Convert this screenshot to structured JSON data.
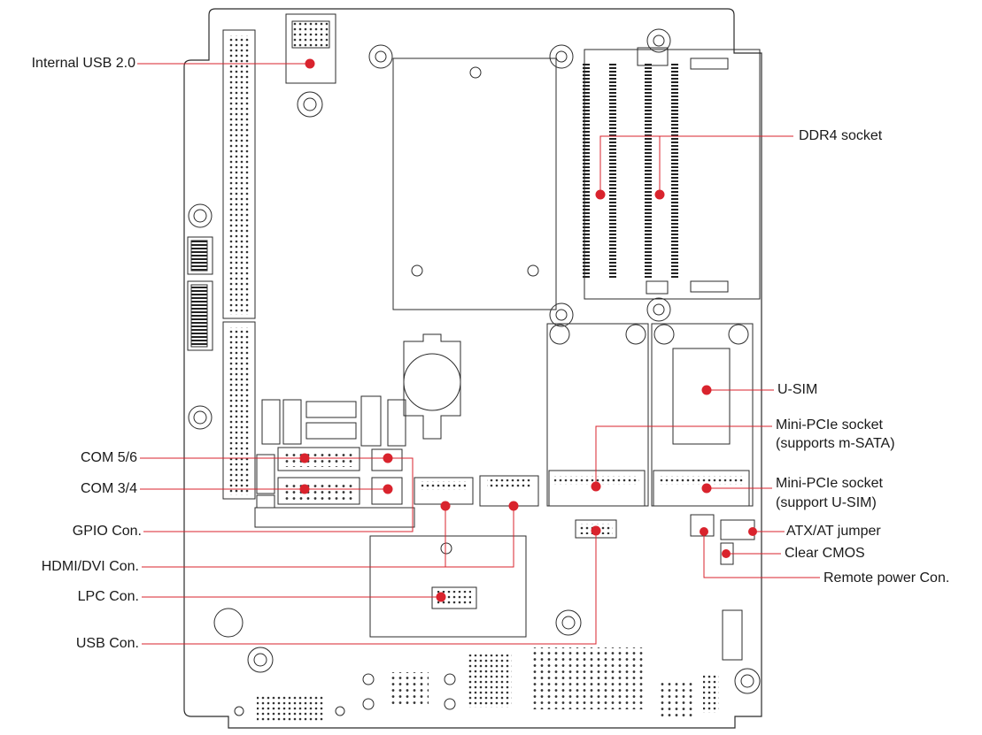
{
  "labels": {
    "internal_usb": "Internal USB 2.0",
    "ddr4_socket": "DDR4 socket",
    "usim": "U-SIM",
    "mini_pcie_msata_1": "Mini-PCIe socket",
    "mini_pcie_msata_2": "(supports m-SATA)",
    "com56": "COM 5/6",
    "com34": "COM 3/4",
    "mini_pcie_usim_1": "Mini-PCIe socket",
    "mini_pcie_usim_2": "(support U-SIM)",
    "atx_jumper": "ATX/AT jumper",
    "gpio": "GPIO Con.",
    "clear_cmos": "Clear CMOS",
    "hdmi_dvi": "HDMI/DVI Con.",
    "remote_power": "Remote power Con.",
    "lpc": "LPC Con.",
    "usb": "USB Con."
  },
  "colors": {
    "callout": "#d9232d",
    "outline": "#2b2b2b"
  }
}
